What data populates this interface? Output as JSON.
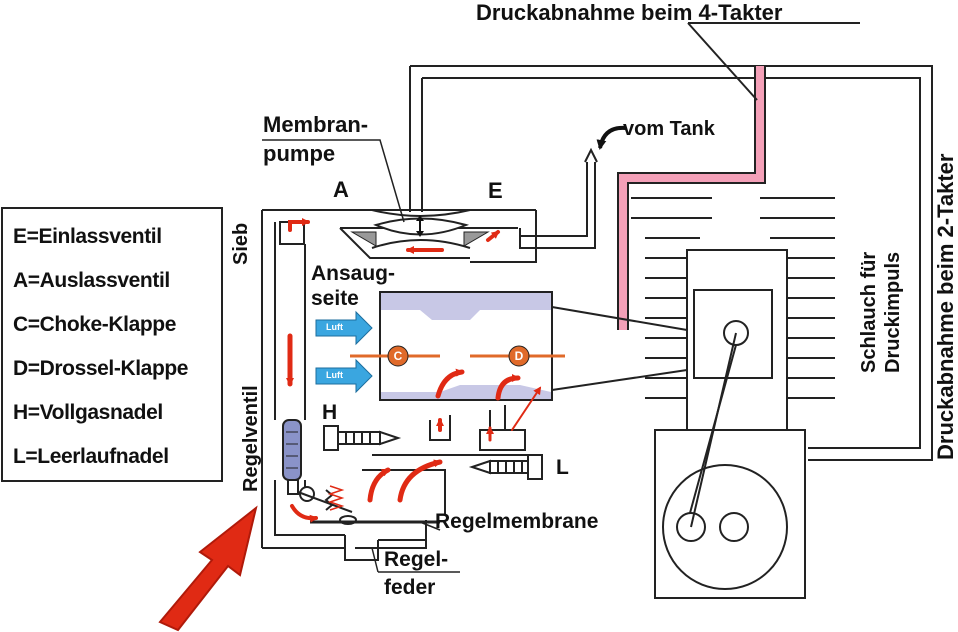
{
  "labels": {
    "druck4": "Druckabnahme beim 4-Takter",
    "druck2": "Druckabnahme beim 2-Takter",
    "schlauch1": "Schlauch für",
    "schlauch2": "Druckimpuls",
    "membran1": "Membran-",
    "membran2": "pumpe",
    "vomtank": "vom Tank",
    "a": "A",
    "e": "E",
    "sieb": "Sieb",
    "ansaug1": "Ansaug-",
    "ansaug2": "seite",
    "h": "H",
    "l": "L",
    "regelventil": "Regelventil",
    "regelmembrane": "Regelmembrane",
    "regel1": "Regel-",
    "regel2": "feder",
    "luft": "Luft",
    "c": "C",
    "d": "D"
  },
  "legend": [
    "E=Einlassventil",
    "A=Auslassventil",
    "C=Choke-Klappe",
    "D=Drossel-Klappe",
    "H=Vollgasnadel",
    "L=Leerlaufnadel"
  ],
  "colors": {
    "line": "#222222",
    "channel": "#c8c8e6",
    "flow_arrow": "#e02a14",
    "air_arrow": "#3aa6e0",
    "flap": "#e06a2a",
    "pressure_hose": "#f4a0b8"
  }
}
